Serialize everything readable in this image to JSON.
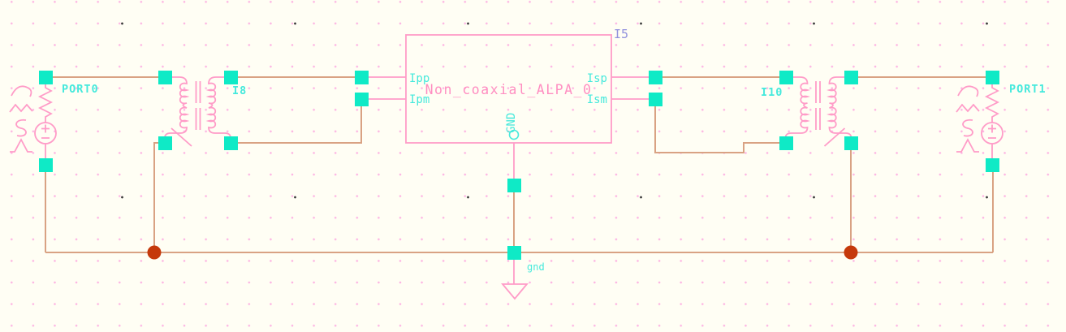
{
  "schematic": {
    "ports": {
      "port0_label": "PORT0",
      "port1_label": "PORT1"
    },
    "transformers": {
      "left_instance_label": "I8",
      "right_instance_label": "I10"
    },
    "dut": {
      "instance_label": "I5",
      "cell_name": "Non_coaxial_ALPA_0",
      "pins": {
        "ipp": "Ipp",
        "ipm": "Ipm",
        "isp": "Isp",
        "ism": "Ism",
        "gnd": "GND"
      }
    },
    "nets": {
      "ground_label": "gnd"
    }
  },
  "colors": {
    "background": "#fffef4",
    "grid_dot": "#fdb5e3",
    "grid_dot_major": "#3a3a3a",
    "wire": "#d9a283",
    "junction": "#c5390b",
    "symbol": "#ff9cc8",
    "symbol_text": "#ff8fc2",
    "pin_square": "#0feac6",
    "pin_label": "#45e9dc",
    "instance_label": "#9090dd"
  }
}
